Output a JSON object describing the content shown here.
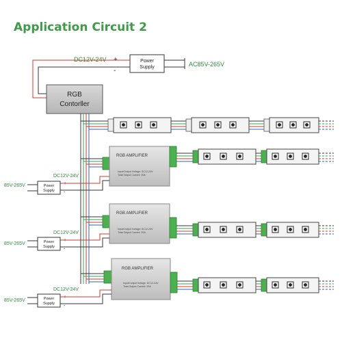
{
  "title": "Application Circuit 2",
  "power_top": {
    "dc_label": "DC12V-24V",
    "plus": "+",
    "minus": "-",
    "box_line1": "Power",
    "box_line2": "Supply",
    "ac_label": "AC85V-265V"
  },
  "controller": {
    "line1": "RGB",
    "line2": "Contorller"
  },
  "amplifiers": [
    {
      "title": "RGB AMPLIFIER",
      "spec1": "Input/Output Voltage: DC12-24V",
      "spec2": "Total Output Current: 20A",
      "dc_label": "DC12V-24V",
      "ac_label": "85V-265V",
      "box_line1": "Power",
      "box_line2": "Supply",
      "plus": "+",
      "minus": "-"
    },
    {
      "title": "RGB AMPLIFIER",
      "spec1": "Input/Output Voltage: DC12-24V",
      "spec2": "Total Output Current: 20A",
      "dc_label": "DC12V-24V",
      "ac_label": "85V-265V",
      "box_line1": "Power",
      "box_line2": "Supply",
      "plus": "+",
      "minus": "-"
    },
    {
      "title": "RGB AMPLIFIER",
      "spec1": "Input/Output Voltage: DC12-24V",
      "spec2": "Total Output Current: 20A",
      "dc_label": "DC12V-24V",
      "ac_label": "85V-265V",
      "box_line1": "Power",
      "box_line2": "Supply",
      "plus": "+",
      "minus": "-"
    }
  ],
  "colors": {
    "title_green": "#3f9a4a",
    "label_green": "#2e8b3d",
    "wire_red": "#d9342b",
    "wire_green": "#2aa84a",
    "wire_blue": "#2e5fbf",
    "wire_black": "#333333",
    "strip_fill": "#f4f4f4",
    "amp_fill": "#d3d3d3",
    "controller_fill": "#c9c9c9"
  }
}
